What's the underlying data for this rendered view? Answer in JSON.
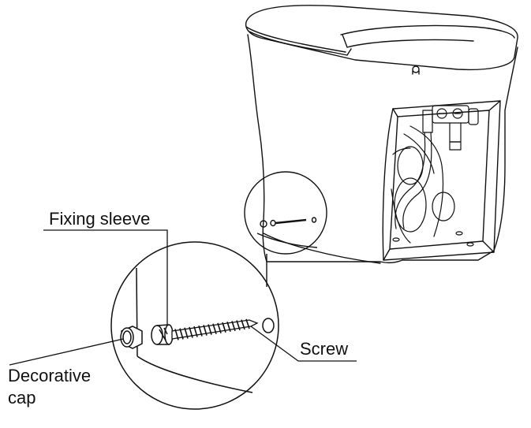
{
  "labels": {
    "fixing_sleeve": "Fixing sleeve",
    "screw": "Screw",
    "decorative_cap_line1": "Decorative",
    "decorative_cap_line2": "cap"
  },
  "colors": {
    "line": "#111111",
    "background": "#ffffff"
  }
}
